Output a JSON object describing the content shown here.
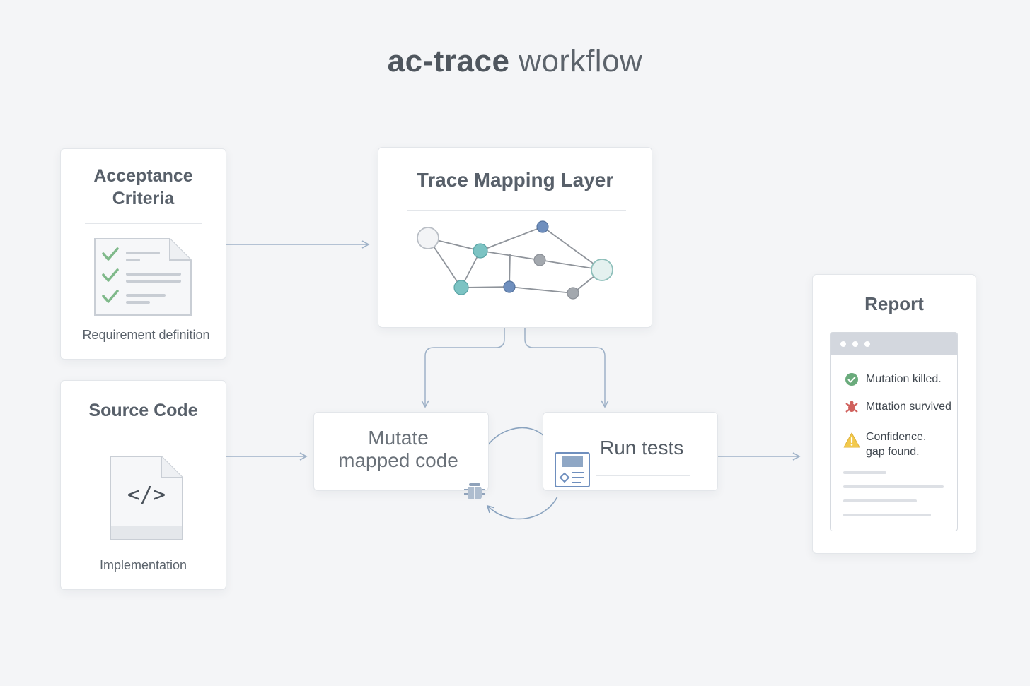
{
  "title": {
    "bold": "ac-trace",
    "rest": "workflow"
  },
  "acceptance": {
    "title_line1": "Acceptance",
    "title_line2": "Criteria",
    "caption": "Requirement definition"
  },
  "source": {
    "title": "Source Code",
    "code_glyph": "</>",
    "caption": "Implementation"
  },
  "trace": {
    "title": "Trace Mapping Layer"
  },
  "mutate": {
    "line1": "Mutate",
    "line2": "mapped code"
  },
  "run": {
    "label": "Run tests"
  },
  "report": {
    "title": "Report",
    "items": [
      {
        "text": "Mutation killed.",
        "icon": "check-circle-icon",
        "color": "#6aab7c"
      },
      {
        "text": "Mttation survived",
        "icon": "bug-icon",
        "color": "#d0605c"
      },
      {
        "line1": "Confidence.",
        "line2": "gap found.",
        "icon": "warning-icon",
        "color": "#f2c94c"
      }
    ]
  },
  "colors": {
    "arrow": "#9fb2c8",
    "check": "#7fb98a",
    "node_teal": "#7cc3c3",
    "node_blue": "#6f8fbe",
    "node_gray": "#a3a8ae"
  }
}
